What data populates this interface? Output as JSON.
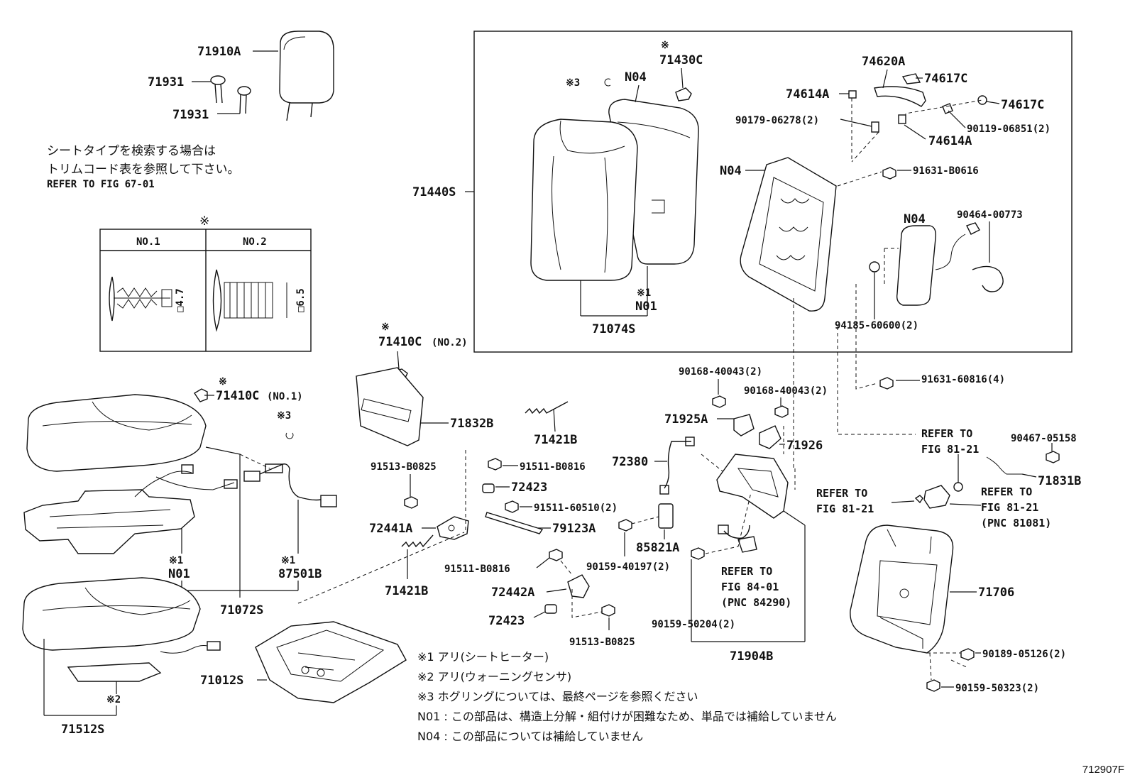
{
  "title_note": {
    "line1": "シートタイプを検索する場合は",
    "line2": "トリムコード表を参照して下さい。",
    "line3": "REFER TO FIG 67-01"
  },
  "clip_table": {
    "marker": "※",
    "col1": "NO.1",
    "col2": "NO.2",
    "dim1": "□4.7",
    "dim2": "□6.5"
  },
  "parts": {
    "p71910A": "71910A",
    "p71931a": "71931",
    "p71931b": "71931",
    "p71440S": "71440S",
    "p71430C_mark": "※",
    "p71430C": "71430C",
    "p_n04_a_mark": "※3",
    "p_n04_a": "N04",
    "p71074S": "71074S",
    "p_n01_a_mark": "※1",
    "p_n01_a": "N01",
    "p74620A": "74620A",
    "p74617C_a": "74617C",
    "p74617C_b": "74617C",
    "p74614A_a": "74614A",
    "p74614A_b": "74614A",
    "p90179": "90179-06278(2)",
    "p90119": "90119-06851(2)",
    "p_n04_b": "N04",
    "p91631_b": "91631-B0616",
    "p_n04_c": "N04",
    "p90464": "90464-00773",
    "p94185": "94185-60600(2)",
    "p91631_6": "91631-60816(4)",
    "p71410C2_mark": "※",
    "p71410C2": "71410C",
    "p71410C2_sfx": "(NO.2)",
    "p71410C1_mark": "※",
    "p71410C1": "71410C",
    "p71410C1_sfx": "(NO.1)",
    "p_ring_mark": "※3",
    "p71832B": "71832B",
    "p71421B_a": "71421B",
    "p91513_a": "91513-B0825",
    "p91511_a": "91511-B0816",
    "p72423_a": "72423",
    "p91511_6": "91511-60510(2)",
    "p72441A": "72441A",
    "p79123A": "79123A",
    "p91511_b": "91511-B0816",
    "p71421B_b": "71421B",
    "p72442A": "72442A",
    "p72423_b": "72423",
    "p91513_b": "91513-B0825",
    "p90168_a": "90168-40043(2)",
    "p90168_b": "90168-40043(2)",
    "p71925A": "71925A",
    "p71926": "71926",
    "p72380": "72380",
    "p85821A": "85821A",
    "p90159_4": "90159-40197(2)",
    "p90159_5": "90159-50204(2)",
    "p71904B": "71904B",
    "p_n01_b_mark": "※1",
    "p_n01_b": "N01",
    "p87501B_mark": "※1",
    "p87501B": "87501B",
    "p71072S": "71072S",
    "p71012S": "71012S",
    "p_s2_mark": "※2",
    "p71512S": "71512S",
    "p90467": "90467-05158",
    "p71831B": "71831B",
    "p71706": "71706",
    "p90189": "90189-05126(2)",
    "p90159_50323": "90159-50323(2)"
  },
  "refers": {
    "r1_l1": "REFER TO",
    "r1_l2": "FIG 81-21",
    "r2_l1": "REFER TO",
    "r2_l2": "FIG 81-21",
    "r3_l1": "REFER TO",
    "r3_l2": "FIG 81-21",
    "r3_l3": "(PNC 81081)",
    "r4_l1": "REFER TO",
    "r4_l2": "FIG 84-01",
    "r4_l3": "(PNC 84290)"
  },
  "notes": [
    "※1 アリ(シートヒーター)",
    "※2 アリ(ウォーニングセンサ)",
    "※3 ホグリングについては、最終ページを参照ください",
    "N01 : この部品は、構造上分解・組付けが困難なため、単品では補給していません",
    "N04 : この部品については補給していません"
  ],
  "catalog_no": "712907F"
}
